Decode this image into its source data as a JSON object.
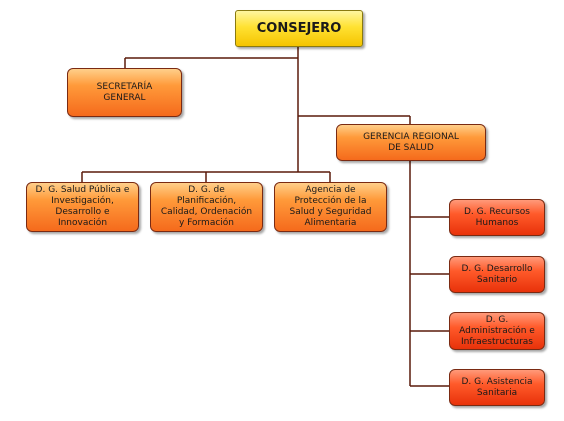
{
  "root": {
    "label": "CONSEJERO"
  },
  "secretaria": {
    "label": "SECRETARÍA\nGENERAL"
  },
  "gerencia": {
    "label": "GERENCIA REGIONAL\nDE SALUD"
  },
  "direcciones": [
    {
      "label": "D. G. Salud Pública e\nInvestigación,\nDesarrollo e\nInnovación"
    },
    {
      "label": "D. G. de\nPlanificación,\nCalidad, Ordenación\ny Formación"
    },
    {
      "label": "Agencia de\nProtección de la\nSalud y Seguridad\nAlimentaria"
    }
  ],
  "gerencia_direcciones": [
    {
      "label": "D. G. Recursos\nHumanos"
    },
    {
      "label": "D. G. Desarrollo\nSanitario"
    },
    {
      "label": "D. G.\nAdministración e\nInfraestructuras"
    },
    {
      "label": "D. G. Asistencia\nSanitaria"
    }
  ],
  "colors": {
    "root_fill": "#ffe233",
    "box_fill": "#ff9a3a",
    "sub_box_fill": "#ff5a2a",
    "connector": "#5a1a0a"
  }
}
